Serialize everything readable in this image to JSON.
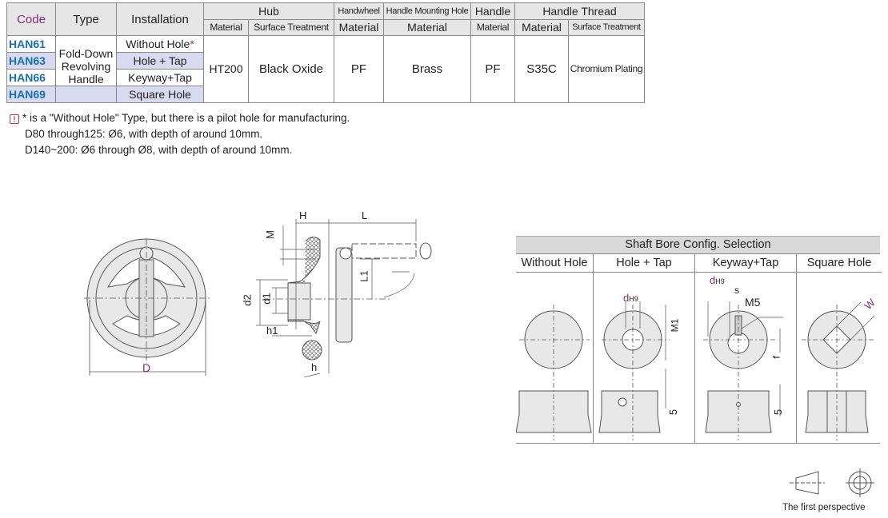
{
  "spec_table": {
    "headers": {
      "code": "Code",
      "type": "Type",
      "installation": "Installation",
      "hub": "Hub",
      "handwheel": "Handwheel",
      "handle_mounting_hole": "Handle Mounting Hole",
      "handle": "Handle",
      "handle_thread": "Handle Thread",
      "hub_material": "Material",
      "hub_surface": "Surface Treatment",
      "handwheel_material": "Material",
      "mounting_material": "Material",
      "handle_material": "Material",
      "thread_material": "Material",
      "thread_surface": "Surface Treatment"
    },
    "codes": [
      "HAN61",
      "HAN63",
      "HAN66",
      "HAN69"
    ],
    "type": "Fold-Down Revolving Handle",
    "installations": [
      "Without Hole",
      "Hole + Tap",
      "Keyway+Tap",
      "Square Hole"
    ],
    "star": "*",
    "values": {
      "hub_material": "HT200",
      "hub_surface": "Black Oxide",
      "handwheel_material": "PF",
      "mounting_material": "Brass",
      "handle_material": "PF",
      "thread_material": "S35C",
      "thread_surface": "Chromium Plating"
    }
  },
  "notes": {
    "icon": "warning-icon",
    "line1": "* is a \"Without Hole\" Type, but there is a pilot hole for manufacturing.",
    "line2": "D80 through125: Ø6, with depth of around 10mm.",
    "line3": "D140~200: Ø6 through Ø8, with depth of around 10mm."
  },
  "drawing": {
    "front_label_D": "D",
    "side_labels": {
      "H": "H",
      "L": "L",
      "M": "M",
      "L1": "L1",
      "d1": "d1",
      "d2": "d2",
      "h1": "h1",
      "h": "h"
    }
  },
  "bore_config": {
    "title": "Shaft Bore Config. Selection",
    "columns": [
      "Without Hole",
      "Hole + Tap",
      "Keyway+Tap",
      "Square Hole"
    ],
    "labels": {
      "d": "d",
      "h9": "H9",
      "m1": "M1",
      "s": "s",
      "m5": "M5",
      "f": "f",
      "five": "5",
      "w": "W"
    }
  },
  "perspective": {
    "label": "The first perspective"
  },
  "colors": {
    "code_blue": "#1a6fb0",
    "accent_magenta": "#8a2a7a",
    "row_lavender": "#d8dbef"
  }
}
